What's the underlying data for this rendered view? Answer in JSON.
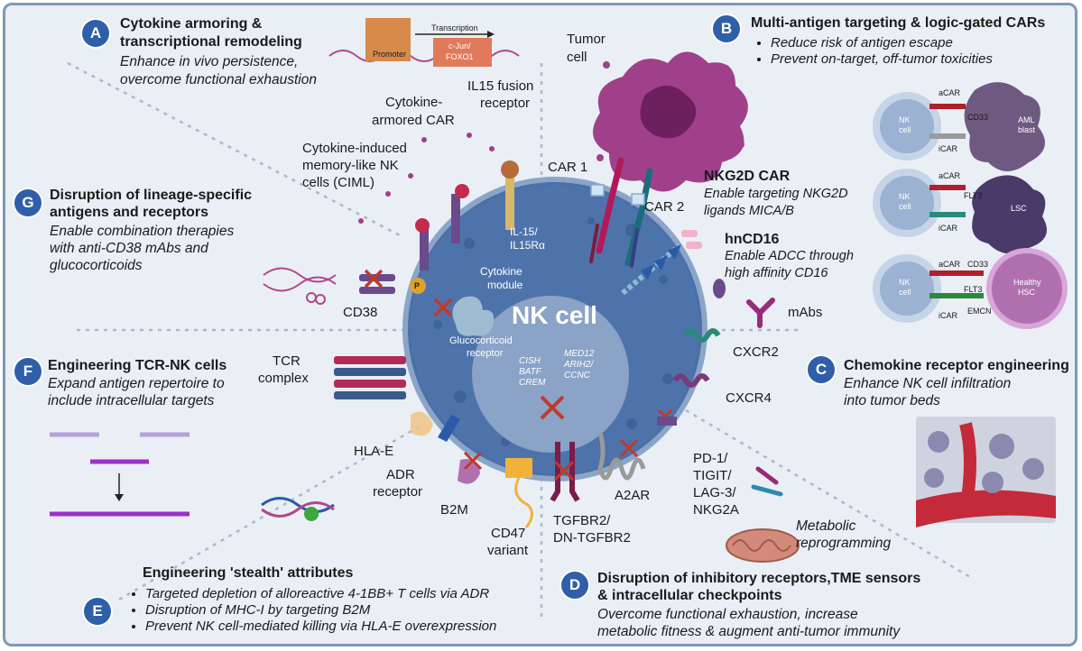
{
  "sections": {
    "A": {
      "badge": "A",
      "title_l1": "Cytokine armoring &",
      "title_l2": "transcriptional remodeling",
      "desc_l1": "Enhance in vivo persistence,",
      "desc_l2": "overcome functional exhaustion",
      "promoter": "Promoter",
      "transcription": "Transcription",
      "factor_l1": "c-Jun/",
      "factor_l2": "FOXO1"
    },
    "B": {
      "badge": "B",
      "title": "Multi-antigen targeting & logic-gated CARs",
      "bullets": [
        "Reduce risk of antigen escape",
        "Prevent on-target, off-tumor toxicities"
      ]
    },
    "C": {
      "badge": "C",
      "title": "Chemokine receptor engineering",
      "desc_l1": "Enhance NK cell infiltration",
      "desc_l2": "into tumor beds"
    },
    "D": {
      "badge": "D",
      "title_l1": "Disruption of inhibitory receptors,TME sensors",
      "title_l2": "& intracellular checkpoints",
      "desc_l1": "Overcome functional exhaustion, increase",
      "desc_l2": "metabolic fitness & augment anti-tumor immunity"
    },
    "E": {
      "badge": "E",
      "title": "Engineering 'stealth' attributes",
      "bullets": [
        "Targeted depletion of alloreactive 4-1BB+ T cells via ADR",
        "Disruption of MHC-I by targeting B2M",
        "Prevent NK cell-mediated killing via HLA-E overexpression"
      ]
    },
    "F": {
      "badge": "F",
      "title": "Engineering TCR-NK cells",
      "desc_l1": "Expand antigen repertoire to",
      "desc_l2": "include intracellular targets"
    },
    "G": {
      "badge": "G",
      "title_l1": "Disruption of lineage-specific",
      "title_l2": "antigens and receptors",
      "desc_l1": "Enable combination therapies",
      "desc_l2": "with anti-CD38 mAbs and",
      "desc_l3": "glucocorticoids"
    }
  },
  "center": {
    "title": "NK cell",
    "nucleus_l1": [
      "CISH",
      "BATF",
      "CREM"
    ],
    "nucleus_l2": [
      "MED12",
      "ARIH2/",
      "CCNC"
    ],
    "cytokine_module_l1": "Cytokine",
    "cytokine_module_l2": "module",
    "gc_l1": "Glucocorticoid",
    "gc_l2": "receptor",
    "il15_l1": "IL-15/",
    "il15_l2": "IL15Rα"
  },
  "labels": {
    "tumor_l1": "Tumor",
    "tumor_l2": "cell",
    "car_armored_l1": "Cytokine-",
    "car_armored_l2": "armored CAR",
    "il15_fusion_l1": "IL15 fusion",
    "il15_fusion_l2": "receptor",
    "ciml_l1": "Cytokine-induced",
    "ciml_l2": "memory-like NK",
    "ciml_l3": "cells (CIML)",
    "car1": "CAR 1",
    "car2": "CAR 2",
    "nkg2d_title": "NKG2D CAR",
    "nkg2d_l1": "Enable targeting NKG2D",
    "nkg2d_l2": "ligands MICA/B",
    "hncd16_title": "hnCD16",
    "hncd16_l1": "Enable ADCC through",
    "hncd16_l2": "high affinity CD16",
    "mabs": "mAbs",
    "cd38": "CD38",
    "cxcr2": "CXCR2",
    "cxcr4": "CXCR4",
    "tcr_l1": "TCR",
    "tcr_l2": "complex",
    "hlae": "HLA-E",
    "adr_l1": "ADR",
    "adr_l2": "receptor",
    "b2m": "B2M",
    "cd47_l1": "CD47",
    "cd47_l2": "variant",
    "tgfbr2_l1": "TGFBR2/",
    "tgfbr2_l2": "DN-TGFBR2",
    "a2ar": "A2AR",
    "pd1_l1": "PD-1/",
    "pd1_l2": "TIGIT/",
    "pd1_l3": "LAG-3/",
    "pd1_l4": "NKG2A",
    "metabolic_l1": "Metabolic",
    "metabolic_l2": "reprogramming",
    "phospho": "P"
  },
  "logic_gates": [
    {
      "nk": "NK",
      "nk2": "cell",
      "acar": "aCAR",
      "icar": "iCAR",
      "antigen": "CD33",
      "target_l1": "AML",
      "target_l2": "blast"
    },
    {
      "nk": "NK",
      "nk2": "cell",
      "acar": "aCAR",
      "icar": "iCAR",
      "antigen": "FLT3",
      "target_l1": "LSC",
      "target_l2": ""
    },
    {
      "nk": "NK",
      "nk2": "cell",
      "acar": "aCAR",
      "icar": "iCAR",
      "antigen": "CD33",
      "antigen2": "FLT3",
      "antigen3": "EMCN",
      "target_l1": "Healthy",
      "target_l2": "HSC"
    }
  ],
  "colors": {
    "badge": "#2f5fa8",
    "background": "#e9eff5",
    "frame": "#7f98b3",
    "nk_cell": "#4b6fa6",
    "nucleus": "#8aa3c6",
    "tumor": "#a0408a",
    "receptor_purple": "#6b4a8c",
    "dashed": "#a9b9cc"
  }
}
